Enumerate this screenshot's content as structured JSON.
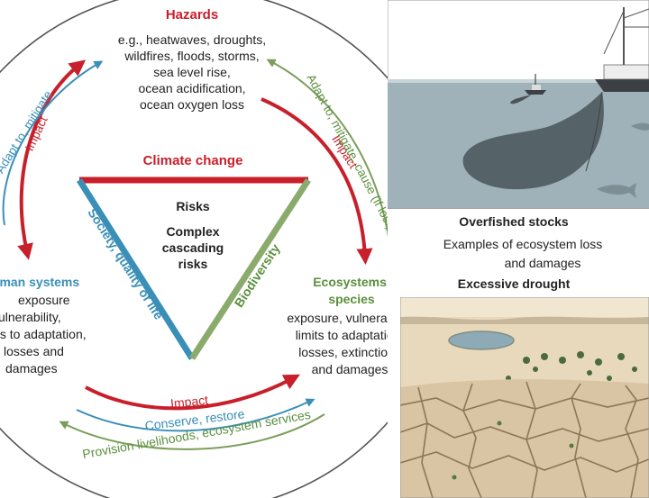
{
  "hazards": {
    "title": "Hazards",
    "lines": [
      "e.g., heatwaves, droughts,",
      "wildfires, floods, storms,",
      "sea level rise,",
      "ocean acidification,",
      "ocean oxygen loss"
    ]
  },
  "center": {
    "climate_change": "Climate change",
    "risks": "Risks",
    "complex_1": "Complex",
    "complex_2": "cascading",
    "complex_3": "risks",
    "society": "Society, quality of life",
    "biodiversity": "Biodiversity"
  },
  "human": {
    "title": "rman systems",
    "lines": [
      "exposure",
      "ulnerability,",
      "ts to adaptation,",
      "losses and",
      "damages"
    ]
  },
  "ecosystems": {
    "title_1": "Ecosystems,",
    "title_2": "species",
    "lines": [
      "exposure, vulnerability",
      "limits to adaptation,",
      "losses, extinctions",
      "and damages"
    ]
  },
  "arrows": {
    "impact_left": "Impact",
    "adapt_left": "Adapt to, mitigate",
    "impact_right": "Impact",
    "adapt_right": "Adapt to, mitigate, cause (if lost)",
    "impact_bottom": "Impact",
    "conserve": "Conserve, restore",
    "provision": "Provision livelihoods, ecosystem services"
  },
  "panel": {
    "overfished": "Overfished stocks",
    "examples_1": "Examples of ecosystem loss",
    "examples_2": "and damages",
    "drought": "Excessive drought"
  },
  "colors": {
    "red": "#c8202b",
    "blue": "#3a8fb7",
    "green": "#7a9e5a"
  }
}
